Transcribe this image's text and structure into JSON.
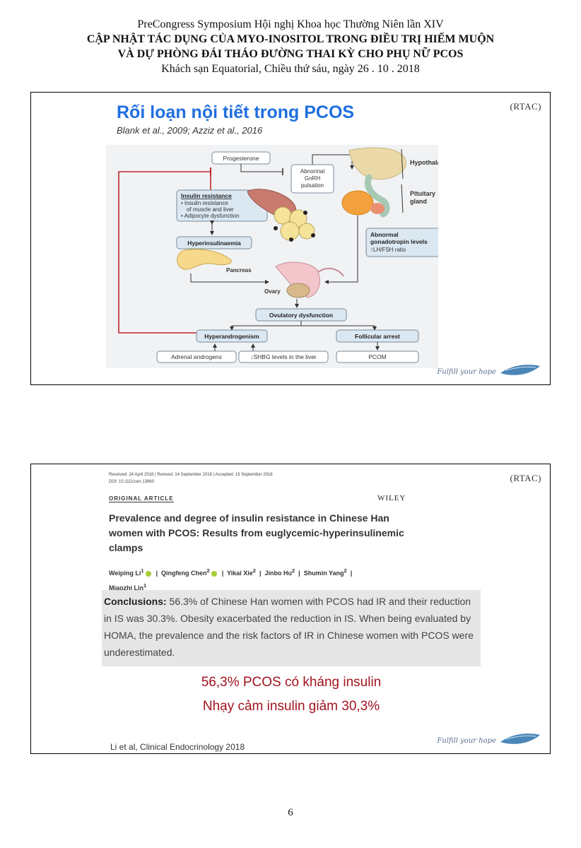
{
  "header": {
    "line1": "PreCongress Symposium Hội nghị Khoa học Thường Niên lần XIV",
    "line2": "CẬP NHẬT TÁC DỤNG CỦA MYO-INOSITOL TRONG ĐIỀU TRỊ HIẾM MUỘN",
    "line3": "VÀ DỰ PHÒNG ĐÁI THÁO ĐƯỜNG THAI KỲ CHO PHỤ NỮ PCOS",
    "line4": "Khách sạn  Equatorial, Chiều thứ sáu, ngày 26 . 10 . 2018"
  },
  "logo": {
    "text": "(RTAC)",
    "tagline": "Fulfill your hope"
  },
  "slide1": {
    "title": "Rối loạn nội tiết trong PCOS",
    "citation": "Blank et al., 2009; Azziz et al., 2016",
    "diagram": {
      "progesterone": "Progesterone",
      "abnormal_gnrh": [
        "Abnormal",
        "GnRH",
        "pulsation"
      ],
      "hypothalamus": "Hypothalamus",
      "pituitary": [
        "Pituitary",
        "gland"
      ],
      "insulin_resistance": "Insulin resistance",
      "ir_items": [
        "• Insulin resistance",
        "of muscle and liver",
        "• Adipocyte dysfunction"
      ],
      "hyperinsulinaemia": "Hyperinsulinaemia",
      "pancreas": "Pancreas",
      "gonadotropin": [
        "Abnormal",
        "gonadotropin levels",
        "↑LH/FSH ratio"
      ],
      "ovary": "Ovary",
      "ovulatory": "Ovulatory dysfunction",
      "hyperandrogenism": "Hyperandrogenism",
      "follicular": "Follicular arrest",
      "adrenal": "Adrenal androgens",
      "shbg": "↓SHBG levels in the liver",
      "pcom": "PCOM"
    }
  },
  "slide2": {
    "meta_line1": "Received: 24 April 2018   |   Revised: 14 September 2018   |   Accepted: 15 September 2018",
    "meta_line2": "DOI: 10.1111/cen.13860",
    "article_type": "ORIGINAL ARTICLE",
    "publisher": "WILEY",
    "paper_title": "Prevalence and degree of insulin resistance in Chinese Han women with PCOS: Results from euglycemic-hyperinsulinemic clamps",
    "authors": [
      {
        "name": "Weiping Li",
        "sup": "1"
      },
      {
        "name": "Qingfeng Chen",
        "sup": "2"
      },
      {
        "name": "Yikai Xie",
        "sup": "2"
      },
      {
        "name": "Jinbo Hu",
        "sup": "2"
      },
      {
        "name": "Shumin Yang",
        "sup": "2"
      },
      {
        "name": "Miaozhi Lin",
        "sup": "1"
      }
    ],
    "conclusions_label": "Conclusions:",
    "conclusions_text": " 56.3% of Chinese Han women with PCOS had IR and their reduction in IS was 30.3%. Obesity exacerbated the reduction in IS. When being evaluated by HOMA, the prevalence and the risk factors of IR in Chinese women with PCOS were underestimated.",
    "highlight1": "56,3% PCOS có kháng insulin",
    "highlight2": "Nhạy cảm insulin giảm 30,3%",
    "citation": "Li et al, Clinical Endocrinology 2018"
  },
  "page_number": "6",
  "colors": {
    "title_blue": "#1f6fe0",
    "highlight_red": "#a0141e",
    "feedback_red": "#c0272d",
    "box_fill": "#dbe8f2"
  }
}
